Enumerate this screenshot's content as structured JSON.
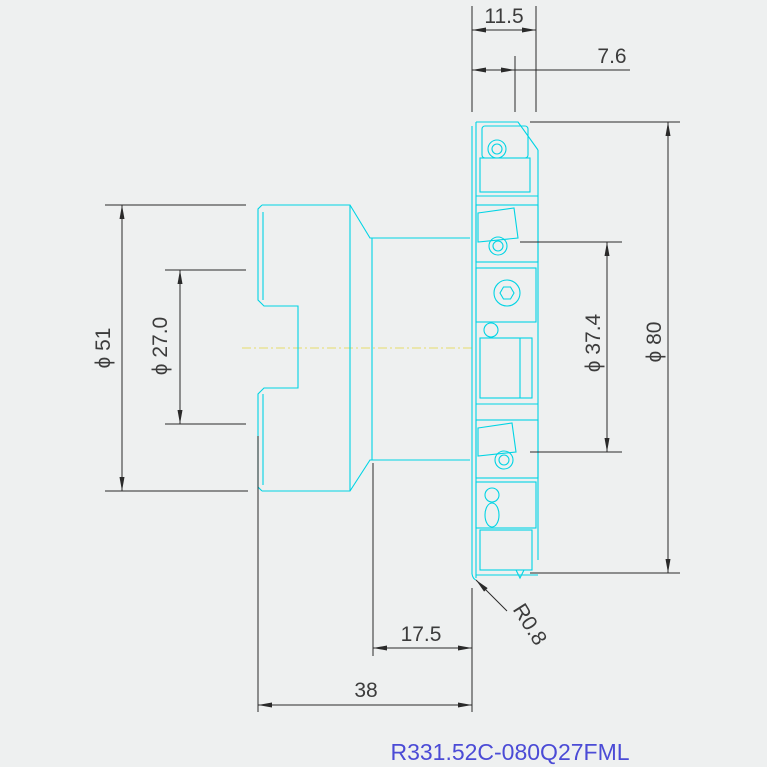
{
  "part_number": "R331.52C-080Q27FML",
  "dimensions": {
    "head_width": "11.5",
    "insert_offset": "7.6",
    "shank_diameter": "ϕ 51",
    "bore_diameter": "ϕ 27.0",
    "inner_diameter": "ϕ 37.4",
    "cutter_diameter": "ϕ 80",
    "neck_length": "17.5",
    "overall_length": "38",
    "corner_radius": "R0.8"
  },
  "colors": {
    "background": "#eef0f0",
    "outline": "#00d4e4",
    "dimension": "#2a2a2a",
    "centerline": "#e6dc6a",
    "part_number": "#4b4bd6"
  }
}
